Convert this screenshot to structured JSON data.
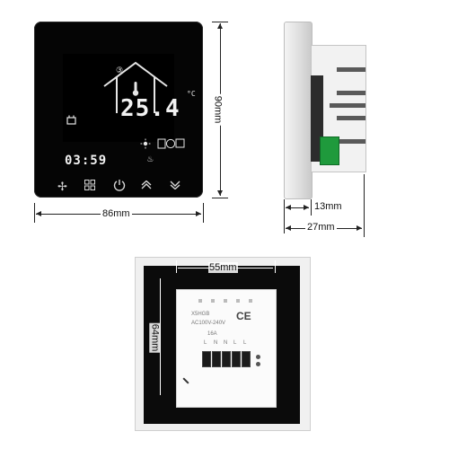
{
  "front": {
    "timer_icon": "timer-icon",
    "display": {
      "temperature": "25.4",
      "unit": "°C",
      "time": "03:59",
      "program_badge": "③"
    },
    "keys": [
      "fan-key",
      "menu-key",
      "power-key",
      "up-key",
      "down-key"
    ]
  },
  "dimensions": {
    "front_width": "86mm",
    "front_height": "90mm",
    "depth_inner": "13mm",
    "depth_total": "27mm",
    "back_width": "55mm",
    "back_height": "64mm"
  },
  "back": {
    "model": "X5HGB",
    "voltage": "AC100V-240V",
    "current": "16A",
    "terminals": [
      "L",
      "N",
      "N",
      "L",
      "L"
    ],
    "logo": "CE"
  }
}
